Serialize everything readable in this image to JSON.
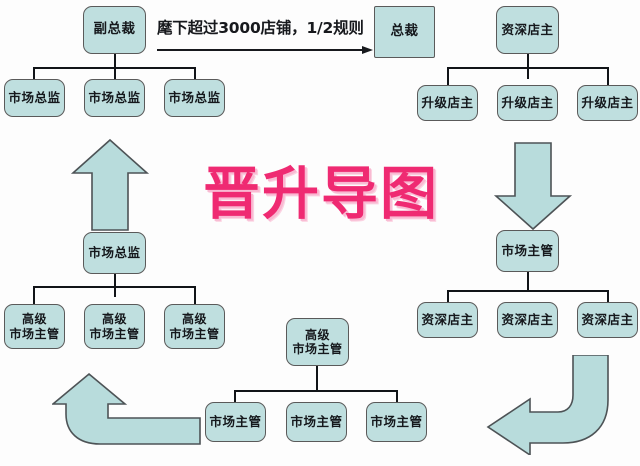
{
  "diagram": {
    "title": "晋升导图",
    "title_color": "#ef2a72",
    "box_fill": "#bfdfdf",
    "box_stroke": "#5a5a5a",
    "arrow_fill": "#b8dcdc",
    "background": "#fdfdfd",
    "annotation": {
      "text": "麾下超过3000店铺，1/2规则",
      "arrow": "right-arrow-icon"
    },
    "nodes": {
      "vp": "副总裁",
      "president": "总裁",
      "senior_shop_owner_top": "资深店主",
      "market_director_1": "市场总监",
      "market_director_2": "市场总监",
      "market_director_3": "市场总监",
      "upgrade_owner_1": "升级店主",
      "upgrade_owner_2": "升级店主",
      "upgrade_owner_3": "升级店主",
      "market_director_mid": "市场总监",
      "market_supervisor_right": "市场主管",
      "senior_ms_left_1_a": "高级",
      "senior_ms_left_1_b": "市场主管",
      "senior_ms_left_2_a": "高级",
      "senior_ms_left_2_b": "市场主管",
      "senior_ms_left_3_a": "高级",
      "senior_ms_left_3_b": "市场主管",
      "senior_shop_owner_1": "资深店主",
      "senior_shop_owner_2": "资深店主",
      "senior_shop_owner_3": "资深店主",
      "senior_ms_center_a": "高级",
      "senior_ms_center_b": "市场主管",
      "market_supervisor_1": "市场主管",
      "market_supervisor_2": "市场主管",
      "market_supervisor_3": "市场主管"
    },
    "flow_arrows": {
      "up_left": "up-arrow-icon",
      "down_right": "down-arrow-icon",
      "curved_bottom_left": "curved-up-left-arrow-icon",
      "curved_bottom_right": "curved-down-left-arrow-icon"
    }
  }
}
